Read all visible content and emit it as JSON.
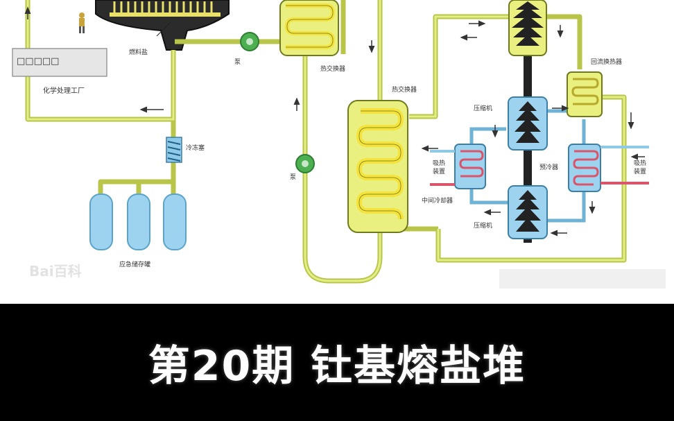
{
  "labels": {
    "fuel_salt": "燃料盐",
    "pump_top": "泵",
    "chem_plant": "化学处理工厂",
    "chem_plant_box": "□□□□□",
    "freeze_valve": "冷冻塞",
    "emergency_tanks": "应急储存罐",
    "heat_exchanger_1": "热交换器",
    "heat_exchanger_2": "热交换器",
    "pump_mid": "泵",
    "compressor_top": "压缩机",
    "compressor_bottom": "压缩机",
    "recuperator": "回流换热器",
    "waste_heat_left": "吸热\n装置",
    "waste_heat_right": "吸热\n装置",
    "precooler": "预冷器",
    "intercooler": "中间冷却器"
  },
  "watermark": "Bai百科",
  "caption": "第20期 钍基熔盐堆",
  "colors": {
    "pipe": "#d9e36a",
    "pipe_dark": "#6e7a1c",
    "coil": "#f5e23a",
    "vessel": "#e9f07f",
    "pump": "#4caf50",
    "turbine": "#222222",
    "blue": "#8ec9e8",
    "red": "#d9566a",
    "tank": "#9ed3f0"
  }
}
